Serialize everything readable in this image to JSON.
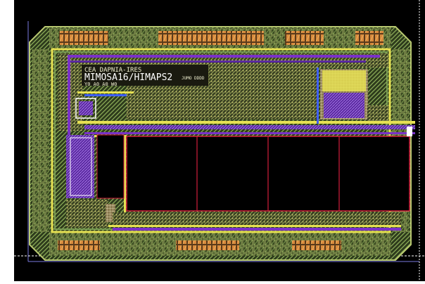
{
  "labels": {
    "line1": "CEA DAPNIA-IRES",
    "line2": "MIMOSA16/HIMAPS2",
    "line3": "Y0 A0 A0 W0",
    "side": "JUMO DDDD"
  },
  "colors": {
    "background": "#000000",
    "page": "#ffffff",
    "pad_ring": "#7d9f55",
    "metal_yellow": "#e6e052",
    "metal_purple": "#7a32c8",
    "metal_blue": "#4060ff",
    "matrix_border": "#d21e3c",
    "pad_orange": "#d88a3c",
    "guide_line": "#7a7ae0"
  }
}
